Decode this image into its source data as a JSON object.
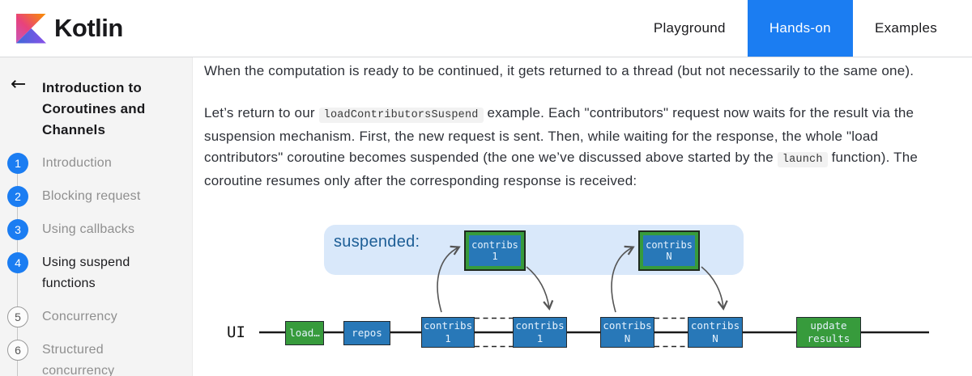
{
  "header": {
    "logo_text": "Kotlin",
    "nav": [
      {
        "label": "Playground"
      },
      {
        "label": "Hands-on"
      },
      {
        "label": "Examples"
      }
    ]
  },
  "sidebar": {
    "back_icon": "←",
    "title": "Introduction to Coroutines and Channels",
    "steps": [
      {
        "num": "1",
        "label": "Introduction"
      },
      {
        "num": "2",
        "label": "Blocking request"
      },
      {
        "num": "3",
        "label": "Using callbacks"
      },
      {
        "num": "4",
        "label": "Using suspend functions"
      },
      {
        "num": "5",
        "label": "Concurrency"
      },
      {
        "num": "6",
        "label": "Structured concurrency"
      }
    ]
  },
  "content": {
    "p1": "When the computation is ready to be continued, it gets returned to a thread (but not necessarily to the same one).",
    "p2": {
      "t1": "Let’s return to our ",
      "code1": "loadContributorsSuspend",
      "t2": " example. Each \"contributors\" request now waits for the result via the suspension mechanism. First, the new request is sent. Then, while waiting for the response, the whole \"load contributors\" coroutine becomes suspended (the one we’ve discussed above started by the ",
      "code2": "launch",
      "t3": " function). The coroutine resumes only after the corresponding response is received:"
    }
  },
  "diagram": {
    "suspended_label": "suspended:",
    "ui_label": "UI",
    "suspended_boxes": [
      {
        "line1": "contribs",
        "line2": "1"
      },
      {
        "line1": "contribs",
        "line2": "N"
      }
    ],
    "timeline_boxes": [
      {
        "label": "load…",
        "color": "green"
      },
      {
        "label": "repos",
        "color": "blue"
      },
      {
        "line1": "contribs",
        "line2": "1",
        "color": "blue"
      },
      {
        "line1": "contribs",
        "line2": "1",
        "color": "blue"
      },
      {
        "line1": "contribs",
        "line2": "N",
        "color": "blue"
      },
      {
        "line1": "contribs",
        "line2": "N",
        "color": "blue"
      },
      {
        "line1": "update",
        "line2": "results",
        "color": "green"
      }
    ],
    "colors": {
      "band_blue": "#d9e8fa",
      "box_blue": "#2878b8",
      "box_green": "#379b3c",
      "suspended_label_blue": "#1d5e96"
    }
  },
  "colors": {
    "accent_blue": "#1b7df2",
    "sidebar_bg": "#f4f4f4"
  }
}
